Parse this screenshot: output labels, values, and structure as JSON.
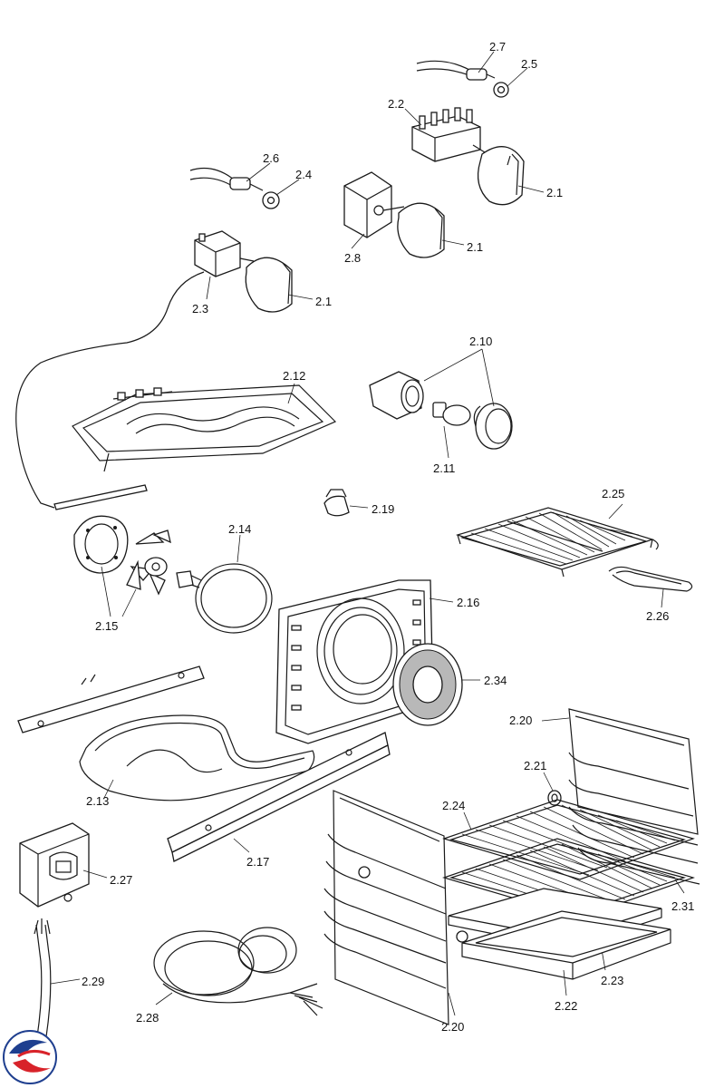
{
  "labels": {
    "l_2_7": "2.7",
    "l_2_5": "2.5",
    "l_2_2": "2.2",
    "l_2_1a": "2.1",
    "l_2_6": "2.6",
    "l_2_4": "2.4",
    "l_2_8": "2.8",
    "l_2_1b": "2.1",
    "l_2_1c": "2.1",
    "l_2_3": "2.3",
    "l_2_10": "2.10",
    "l_2_12": "2.12",
    "l_2_11": "2.11",
    "l_2_19": "2.19",
    "l_2_25": "2.25",
    "l_2_14": "2.14",
    "l_2_16": "2.16",
    "l_2_26": "2.26",
    "l_2_15": "2.15",
    "l_2_34": "2.34",
    "l_2_20a": "2.20",
    "l_2_21": "2.21",
    "l_2_13": "2.13",
    "l_2_24": "2.24",
    "l_2_17": "2.17",
    "l_2_27": "2.27",
    "l_2_31": "2.31",
    "l_2_23": "2.23",
    "l_2_29": "2.29",
    "l_2_22": "2.22",
    "l_2_28": "2.28",
    "l_2_20b": "2.20"
  },
  "colors": {
    "line": "#1a1a1a",
    "filter_grey": "#b8b8b8",
    "logo_red": "#d8232a",
    "logo_blue": "#1f3f8f"
  },
  "icons": {
    "logo": "brand-logo-icon"
  }
}
